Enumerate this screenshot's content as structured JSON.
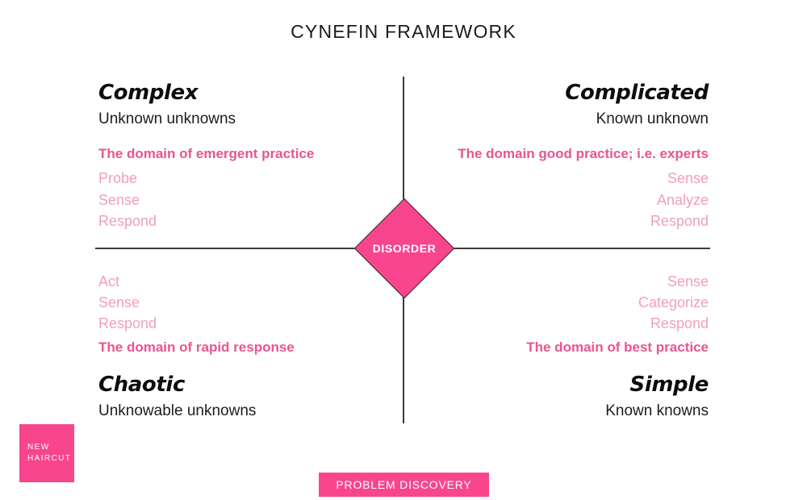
{
  "title": "CYNEFIN FRAMEWORK",
  "colors": {
    "accent_pink": "#f9458d",
    "domain_pink": "#e8558f",
    "action_pink": "#f09ebf",
    "axis_gray": "#3b3b3b",
    "text_black": "#1c1c1c"
  },
  "center": {
    "label": "DISORDER"
  },
  "quadrants": {
    "top_left": {
      "heading": "Complex",
      "subheading": "Unknown unknowns",
      "domain": "The domain of emergent practice",
      "actions": [
        "Probe",
        "Sense",
        "Respond"
      ]
    },
    "top_right": {
      "heading": "Complicated",
      "subheading": "Known unknown",
      "domain": "The domain good practice; i.e. experts",
      "actions": [
        "Sense",
        "Analyze",
        "Respond"
      ]
    },
    "bottom_left": {
      "heading": "Chaotic",
      "subheading": "Unknowable unknowns",
      "domain": "The domain of rapid response",
      "actions": [
        "Act",
        "Sense",
        "Respond"
      ]
    },
    "bottom_right": {
      "heading": "Simple",
      "subheading": "Known knowns",
      "domain": "The domain of best practice",
      "actions": [
        "Sense",
        "Categorize",
        "Respond"
      ]
    }
  },
  "logo": {
    "line1": "NEW",
    "line2": "HAIRCUT"
  },
  "banner": {
    "label": "PROBLEM DISCOVERY"
  }
}
